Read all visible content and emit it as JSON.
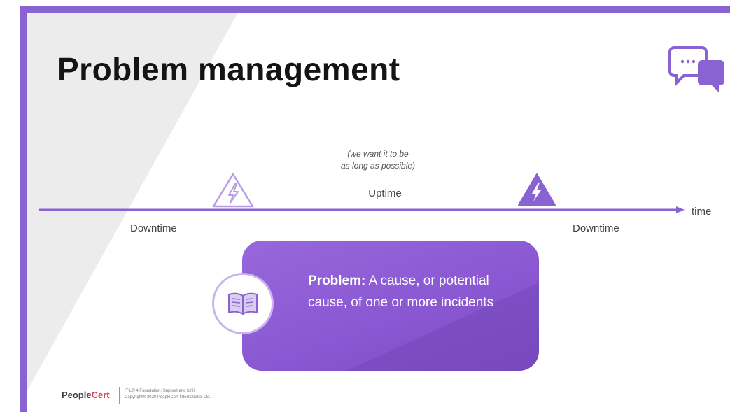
{
  "slide": {
    "title": "Problem management",
    "note_line1": "(we want it to be",
    "note_line2": "as long as possible)",
    "uptime_label": "Uptime",
    "time_label": "time",
    "downtime_left": "Downtime",
    "downtime_right": "Downtime",
    "problem_term": "Problem:",
    "problem_definition": " A cause, or potential cause, of one or more incidents"
  },
  "footer": {
    "brand_part1": "People",
    "brand_part2": "Cert",
    "line1": "ITIL® 4 Foundation: Support and fulfil",
    "line2": "Copyright® 2020 PeopleCert International Ltd."
  },
  "icons": {
    "chat": "chat-bubbles-icon",
    "incident_start": "lightning-warning-outline-icon",
    "incident_end": "lightning-warning-filled-icon",
    "book": "open-book-icon"
  },
  "colors": {
    "accent": "#8a63d2",
    "box": "#8a58d2",
    "brand_red": "#d53a52"
  }
}
